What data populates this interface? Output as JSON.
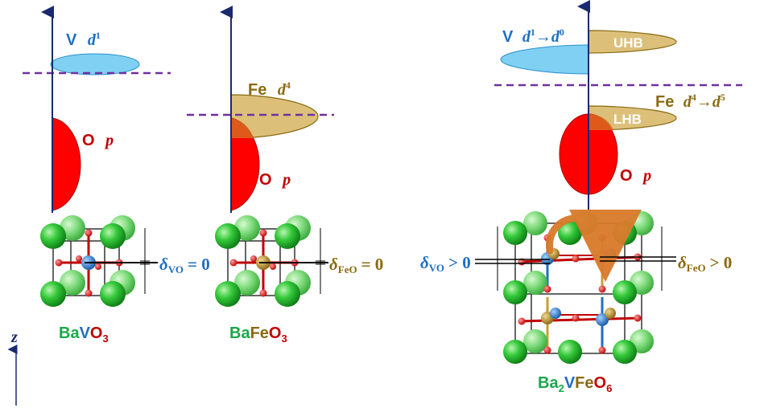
{
  "colors": {
    "vanadium": "#1f6fc0",
    "iron": "#8a6a10",
    "oxygen": "#c00000",
    "barium": "#1aa84a",
    "fermi": "#7030a0",
    "arrow": "#d97a2b"
  },
  "bavo3": {
    "v_element": "V",
    "v_orbital": "d",
    "v_electrons": "1",
    "o_element": "O",
    "o_orbital": "p",
    "delta_symbol": "δ",
    "delta_sub": "VO",
    "delta_rel": "= 0",
    "formula": {
      "ba": "Ba",
      "b": "V",
      "o": "O",
      "o_sub": "3"
    }
  },
  "bafeo3": {
    "fe_element": "Fe",
    "fe_orbital": "d",
    "fe_electrons": "4",
    "o_element": "O",
    "o_orbital": "p",
    "delta_symbol": "δ",
    "delta_sub": "FeO",
    "delta_rel": "= 0",
    "formula": {
      "ba": "Ba",
      "b": "Fe",
      "o": "O",
      "o_sub": "3"
    }
  },
  "ba2vfeo6": {
    "v_element": "V",
    "v_orbital": "d",
    "v_from": "1",
    "v_arrow": "→",
    "v_to_orbital": "d",
    "v_to": "0",
    "uhb": "UHB",
    "lhb": "LHB",
    "fe_element": "Fe",
    "fe_orbital": "d",
    "fe_from": "4",
    "fe_arrow": "→",
    "fe_to_orbital": "d",
    "fe_to": "5",
    "o_element": "O",
    "o_orbital": "p",
    "delta_vo_symbol": "δ",
    "delta_vo_sub": "VO",
    "delta_vo_rel": "> 0",
    "delta_feo_symbol": "δ",
    "delta_feo_sub": "FeO",
    "delta_feo_rel": "> 0",
    "formula": {
      "ba": "Ba",
      "ba_sub": "2",
      "v": "V",
      "fe": "Fe",
      "o": "O",
      "o_sub": "6"
    }
  },
  "axis_label": "z"
}
